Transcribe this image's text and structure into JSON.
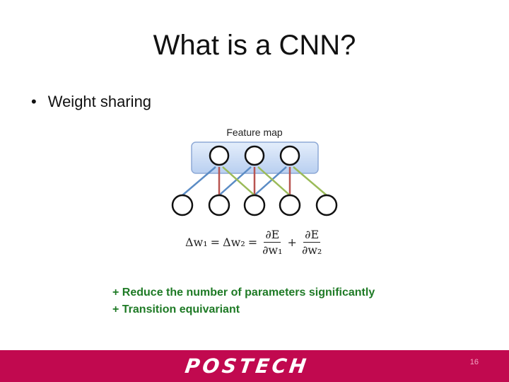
{
  "slide": {
    "title": "What is a CNN?",
    "bullet_symbol": "•",
    "bullet_text": "Weight sharing",
    "page_number": "16"
  },
  "diagram": {
    "feature_map_label": "Feature map",
    "colors": {
      "box_fill": "#cfe0f7",
      "box_border": "#8ea9d6",
      "blue_edge": "#5b8cc5",
      "red_edge": "#b85450",
      "green_edge": "#9bbb59",
      "node_border": "#111111"
    }
  },
  "equation": {
    "lhs1": "Δw₁",
    "eq1": "=",
    "lhs2": "Δw₂",
    "eq2": "=",
    "frac1_num": "∂E",
    "frac1_den": "∂w₁",
    "plus": "+",
    "frac2_num": "∂E",
    "frac2_den": "∂w₂"
  },
  "benefits": [
    "+ Reduce the number of parameters significantly",
    "+ Transition equivariant"
  ],
  "footer": {
    "logo_text": "POSTECH",
    "brand_color": "#c1094f"
  }
}
